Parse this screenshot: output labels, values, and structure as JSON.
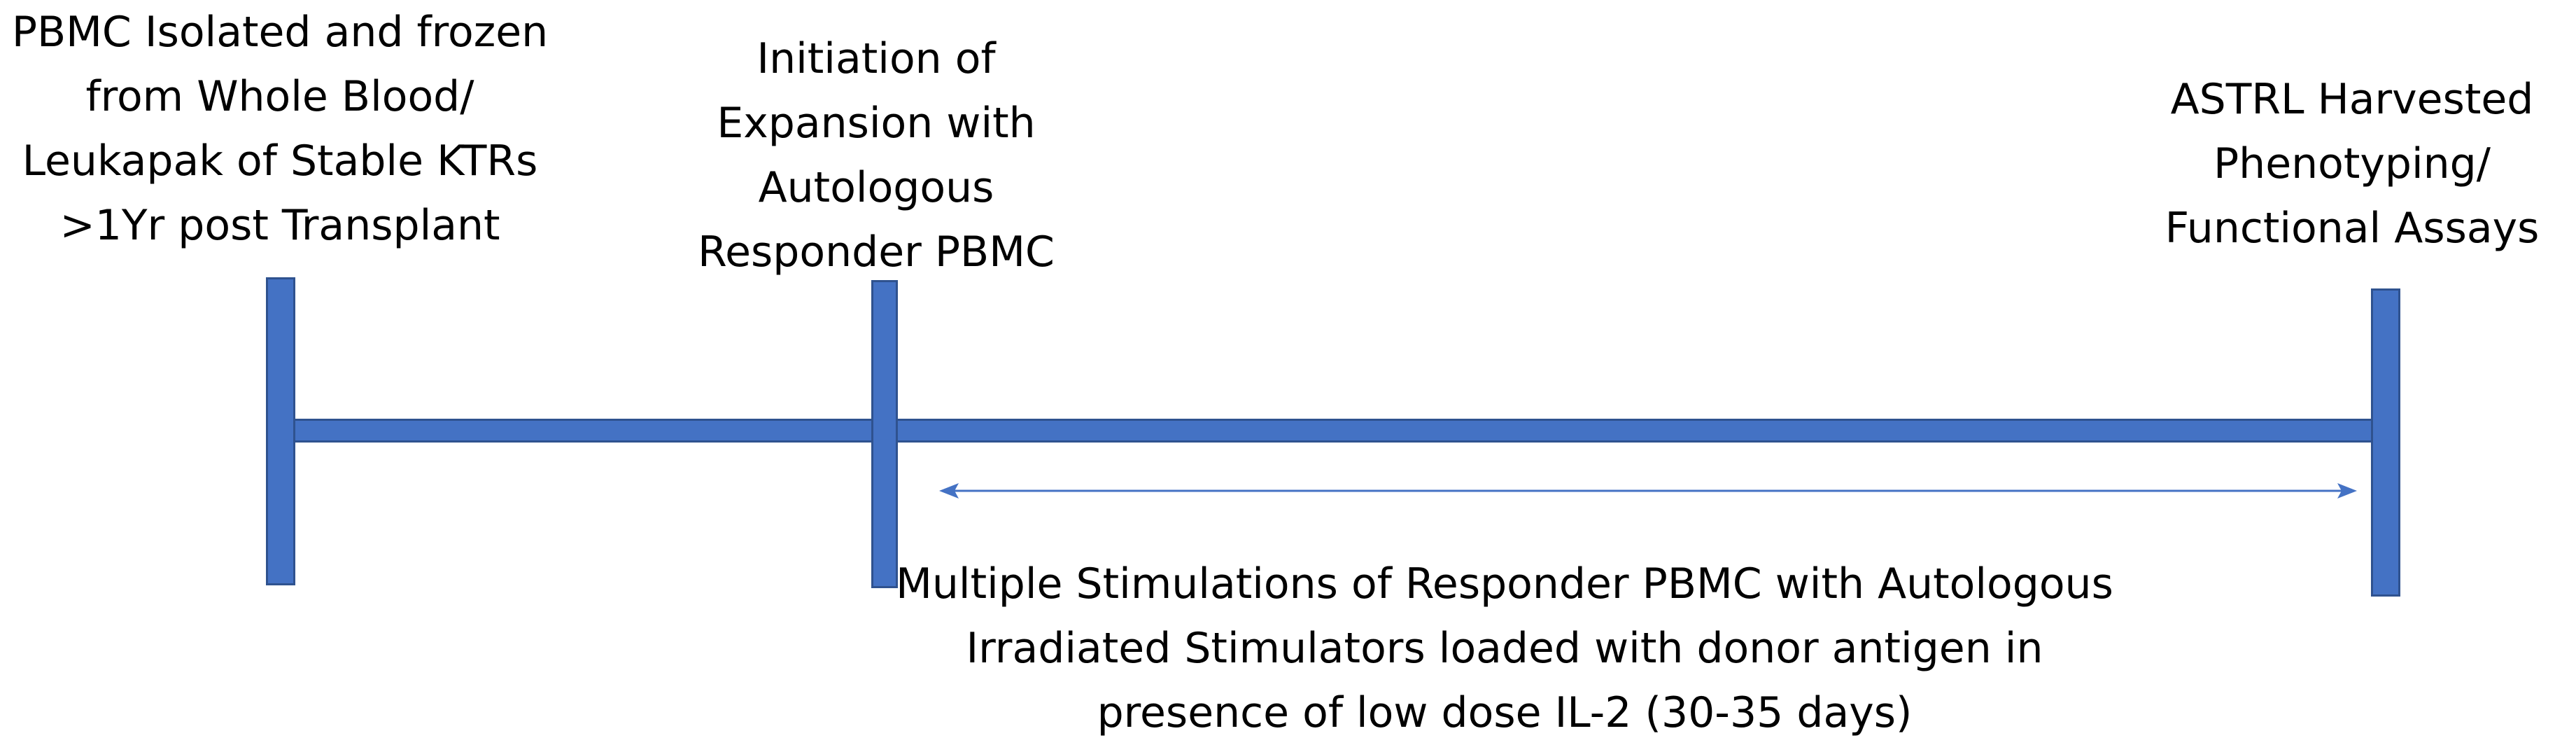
{
  "colors": {
    "bar_fill": "#4472C4",
    "bar_stroke": "#2F528F",
    "text": "#000000"
  },
  "stages": [
    {
      "lines": [
        "PBMC Isolated and frozen",
        "from Whole Blood/",
        "Leukapak of Stable KTRs",
        ">1Yr post Transplant"
      ]
    },
    {
      "lines": [
        "Initiation of",
        "Expansion with",
        "Autologous",
        "Responder PBMC"
      ]
    },
    {
      "lines": [
        "ASTRL Harvested",
        "Phenotyping/",
        "Functional Assays"
      ]
    }
  ],
  "duration": {
    "lines": [
      "Multiple Stimulations of Responder PBMC with Autologous",
      "Irradiated Stimulators loaded with donor antigen in",
      "presence of low dose IL-2 (30-35 days)"
    ]
  }
}
